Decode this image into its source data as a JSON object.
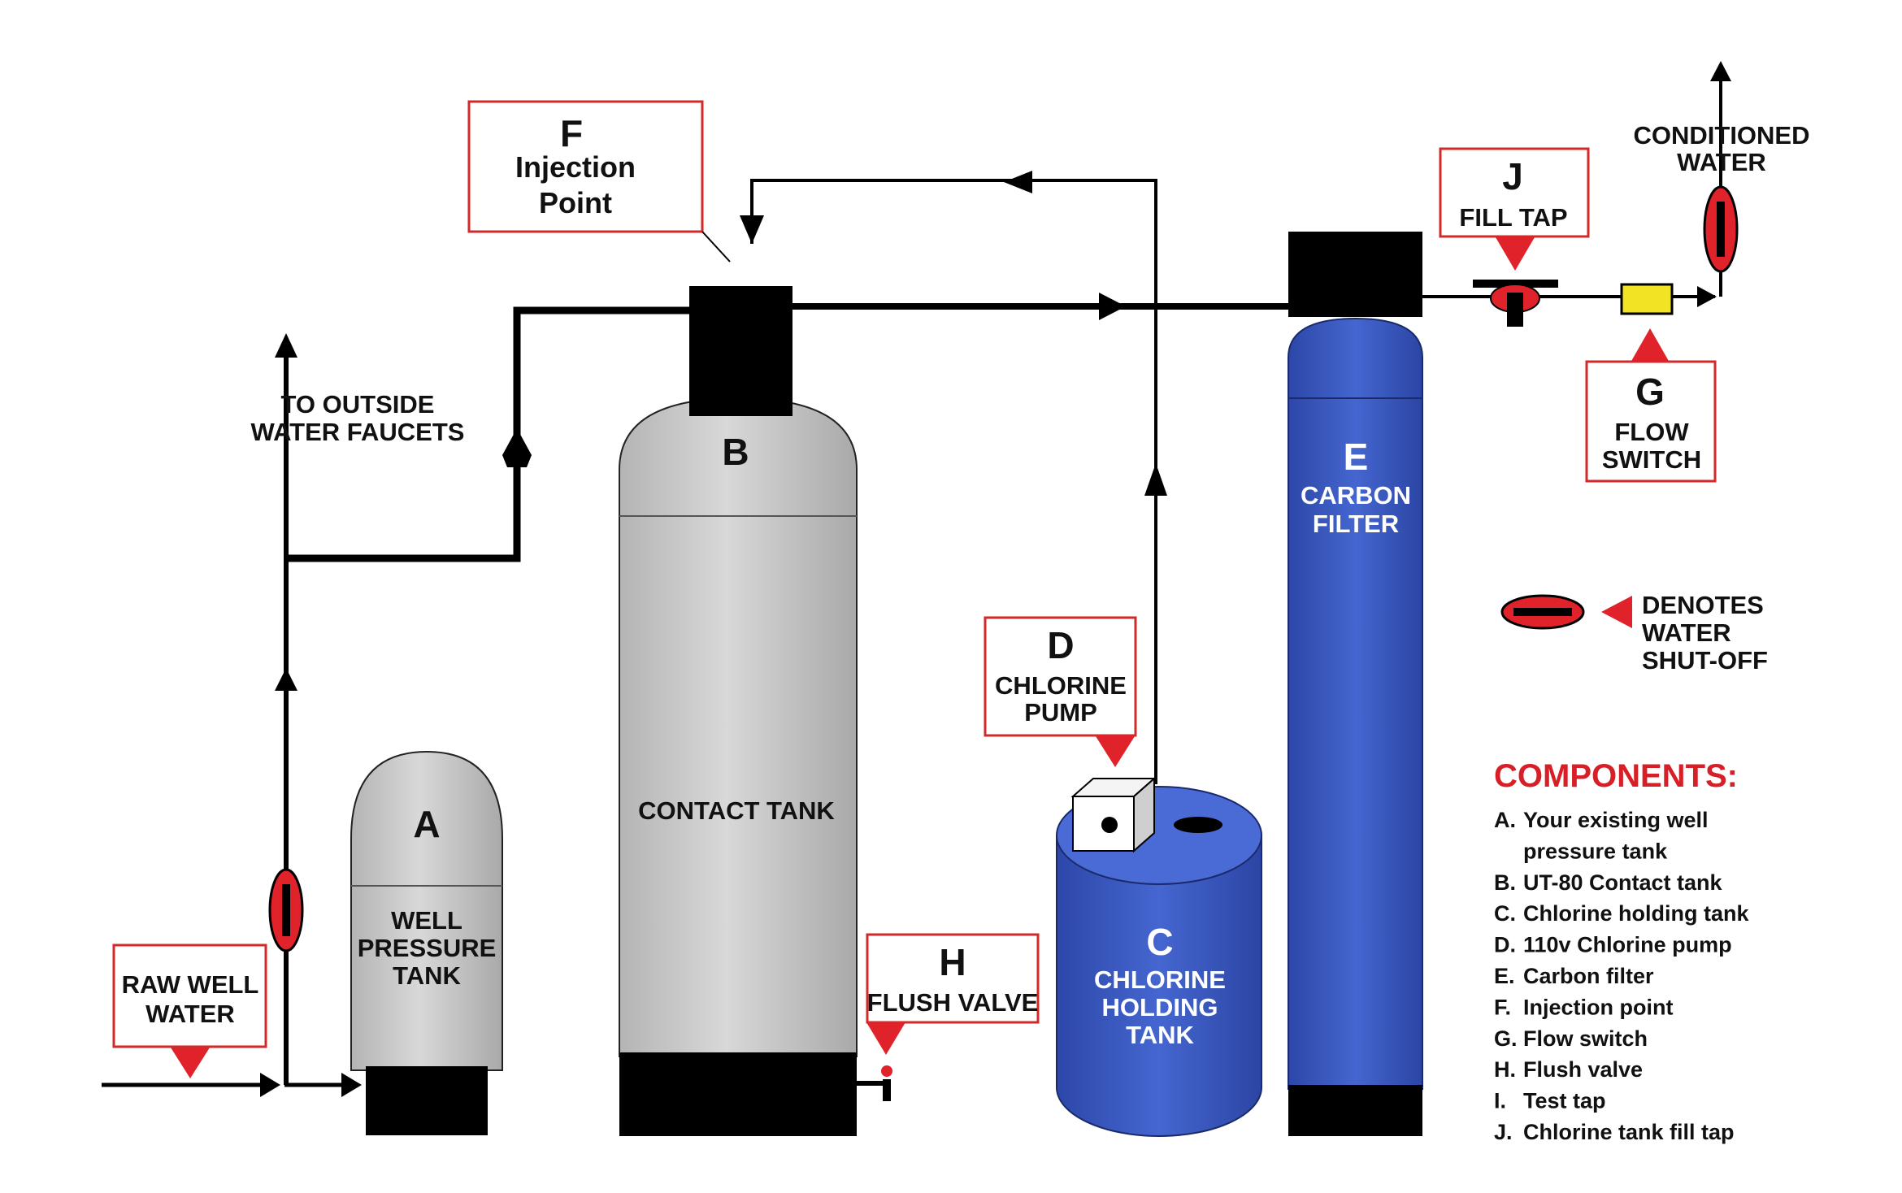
{
  "labels": {
    "raw_well_water": [
      "RAW WELL",
      "WATER"
    ],
    "to_outside": [
      "TO OUTSIDE",
      "WATER FAUCETS"
    ],
    "conditioned_water": [
      "CONDITIONED",
      "WATER"
    ],
    "denotes": [
      "DENOTES",
      "WATER",
      "SHUT-OFF"
    ]
  },
  "callouts": {
    "F": {
      "letter": "F",
      "lines": [
        "Injection",
        "Point"
      ]
    },
    "D": {
      "letter": "D",
      "lines": [
        "CHLORINE",
        "PUMP"
      ]
    },
    "H": {
      "letter": "H",
      "lines": [
        "FLUSH VALVE"
      ]
    },
    "J": {
      "letter": "J",
      "lines": [
        "FILL TAP"
      ]
    },
    "G": {
      "letter": "G",
      "lines": [
        "FLOW",
        "SWITCH"
      ]
    }
  },
  "tanks": {
    "A": {
      "letter": "A",
      "lines": [
        "WELL",
        "PRESSURE",
        "TANK"
      ]
    },
    "B": {
      "letter": "B",
      "lines": [
        "CONTACT TANK"
      ]
    },
    "C": {
      "letter": "C",
      "lines": [
        "CHLORINE",
        "HOLDING",
        "TANK"
      ]
    },
    "E": {
      "letter": "E",
      "lines": [
        "CARBON",
        "FILTER"
      ]
    }
  },
  "components": {
    "title": "COMPONENTS:",
    "items": [
      {
        "key": "A.",
        "text": "Your existing well"
      },
      {
        "key": "",
        "text": "pressure tank"
      },
      {
        "key": "B.",
        "text": "UT-80 Contact tank"
      },
      {
        "key": "C.",
        "text": "Chlorine holding tank"
      },
      {
        "key": "D.",
        "text": "110v Chlorine pump"
      },
      {
        "key": "E.",
        "text": "Carbon filter"
      },
      {
        "key": "F.",
        "text": "Injection point"
      },
      {
        "key": "G.",
        "text": "Flow switch"
      },
      {
        "key": "H.",
        "text": "Flush valve"
      },
      {
        "key": "I.",
        "text": "Test tap"
      },
      {
        "key": "J.",
        "text": "Chlorine tank fill tap"
      }
    ]
  },
  "colors": {
    "callout_red": "#d12a2a",
    "shutoff_red": "#e0232b",
    "tank_gray": "#c8c8c8",
    "tank_blue": "#3b5cc4",
    "flow_switch_yellow": "#f2e424",
    "components_title": "#d61f26"
  }
}
